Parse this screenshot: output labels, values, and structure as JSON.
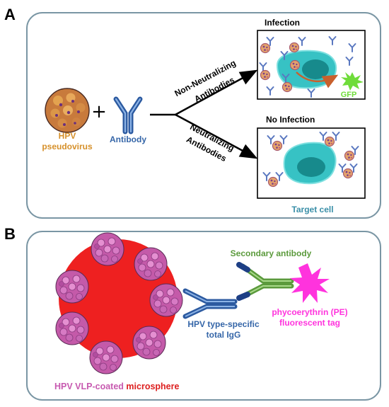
{
  "panel_a": {
    "letter": "A",
    "virus_label_line1": "HPV",
    "virus_label_line2": "pseudovirus",
    "plus": "+",
    "antibody_label": "Antibody",
    "non_neutralizing_line1": "Non-Neutralizing",
    "non_neutralizing_line2": "Antibodies",
    "neutralizing_line1": "Neutralizing",
    "neutralizing_line2": "Antibodies",
    "infection_title": "Infection",
    "gfp_label": "GFP",
    "no_infection_title": "No Infection",
    "target_cell_label": "Target cell"
  },
  "panel_b": {
    "letter": "B",
    "secondary_antibody_label": "Secondary antibody",
    "pe_line1": "phycoerythrin (PE)",
    "pe_line2": "fluorescent tag",
    "igg_line1": "HPV type-specific",
    "igg_line2": "total IgG",
    "vlp_label_part1": "HPV VLP-coated ",
    "vlp_label_part2": "microsphere"
  },
  "colors": {
    "panel_border": "#7a96a4",
    "orange_text": "#d6902a",
    "blue_text": "#3566a8",
    "cell": "#37c2c4",
    "nucleus": "#178a8c",
    "gfp": "#6fdc3a",
    "pe": "#ff33dd",
    "secondary_green": "#5b9a3c",
    "microsphere": "#ee2020",
    "vlp": "#c75ab0",
    "red_text": "#dd2020"
  }
}
